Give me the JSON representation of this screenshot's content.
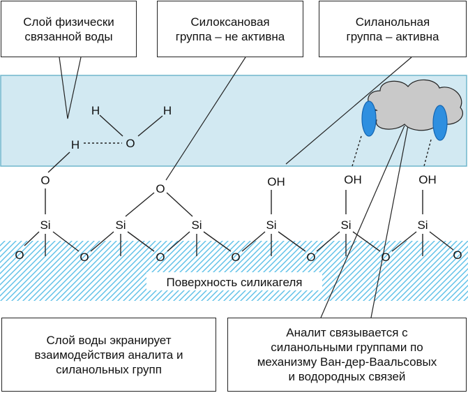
{
  "colors": {
    "water_layer_fill": "#d2e9f2",
    "water_layer_stroke": "#6fb6cc",
    "surface_hatch": "#5cc0e8",
    "bond": "#222222",
    "analyte_fill": "#c9c9c9",
    "contact_fill": "#2e8fe0"
  },
  "callouts": {
    "physical_water": "Слой физически\nсвязанной воды",
    "siloxane": "Силоксановая\nгруппа – не активна",
    "silanol": "Силанольная\nгруппа – активна",
    "water_screening": "Слой воды экранирует\nвзаимодействия аналита и\nсиланольных групп",
    "analyte_binding": "Аналит связывается с\nсиланольными группами по\nмеханизму Ван-дер-Ваальсовых\nи водородных связей"
  },
  "surface_label": "Поверхность силикагеля",
  "atoms": {
    "h": "H",
    "o": "O",
    "oh": "OH",
    "si": "Si"
  }
}
